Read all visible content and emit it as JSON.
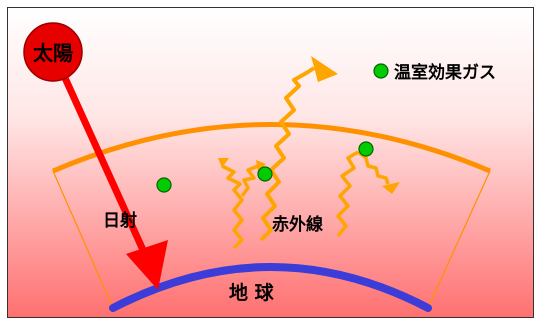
{
  "labels": {
    "sun": "太陽",
    "legend": "温室効果ガス",
    "radiation": "日射",
    "infrared": "赤外線",
    "earth": "地 球"
  },
  "colors": {
    "sky_top": "#ffffff",
    "sky_bottom": "#ff6f6f",
    "sun": "#e60000",
    "sunlight_arrow": "#ff0000",
    "atmosphere": "#ff9100",
    "infrared": "#ffa500",
    "gas": "#00cc00",
    "earth": "#3c3cd8"
  },
  "icons": {
    "legend_marker": "green-dot",
    "sun": "red-circle"
  }
}
